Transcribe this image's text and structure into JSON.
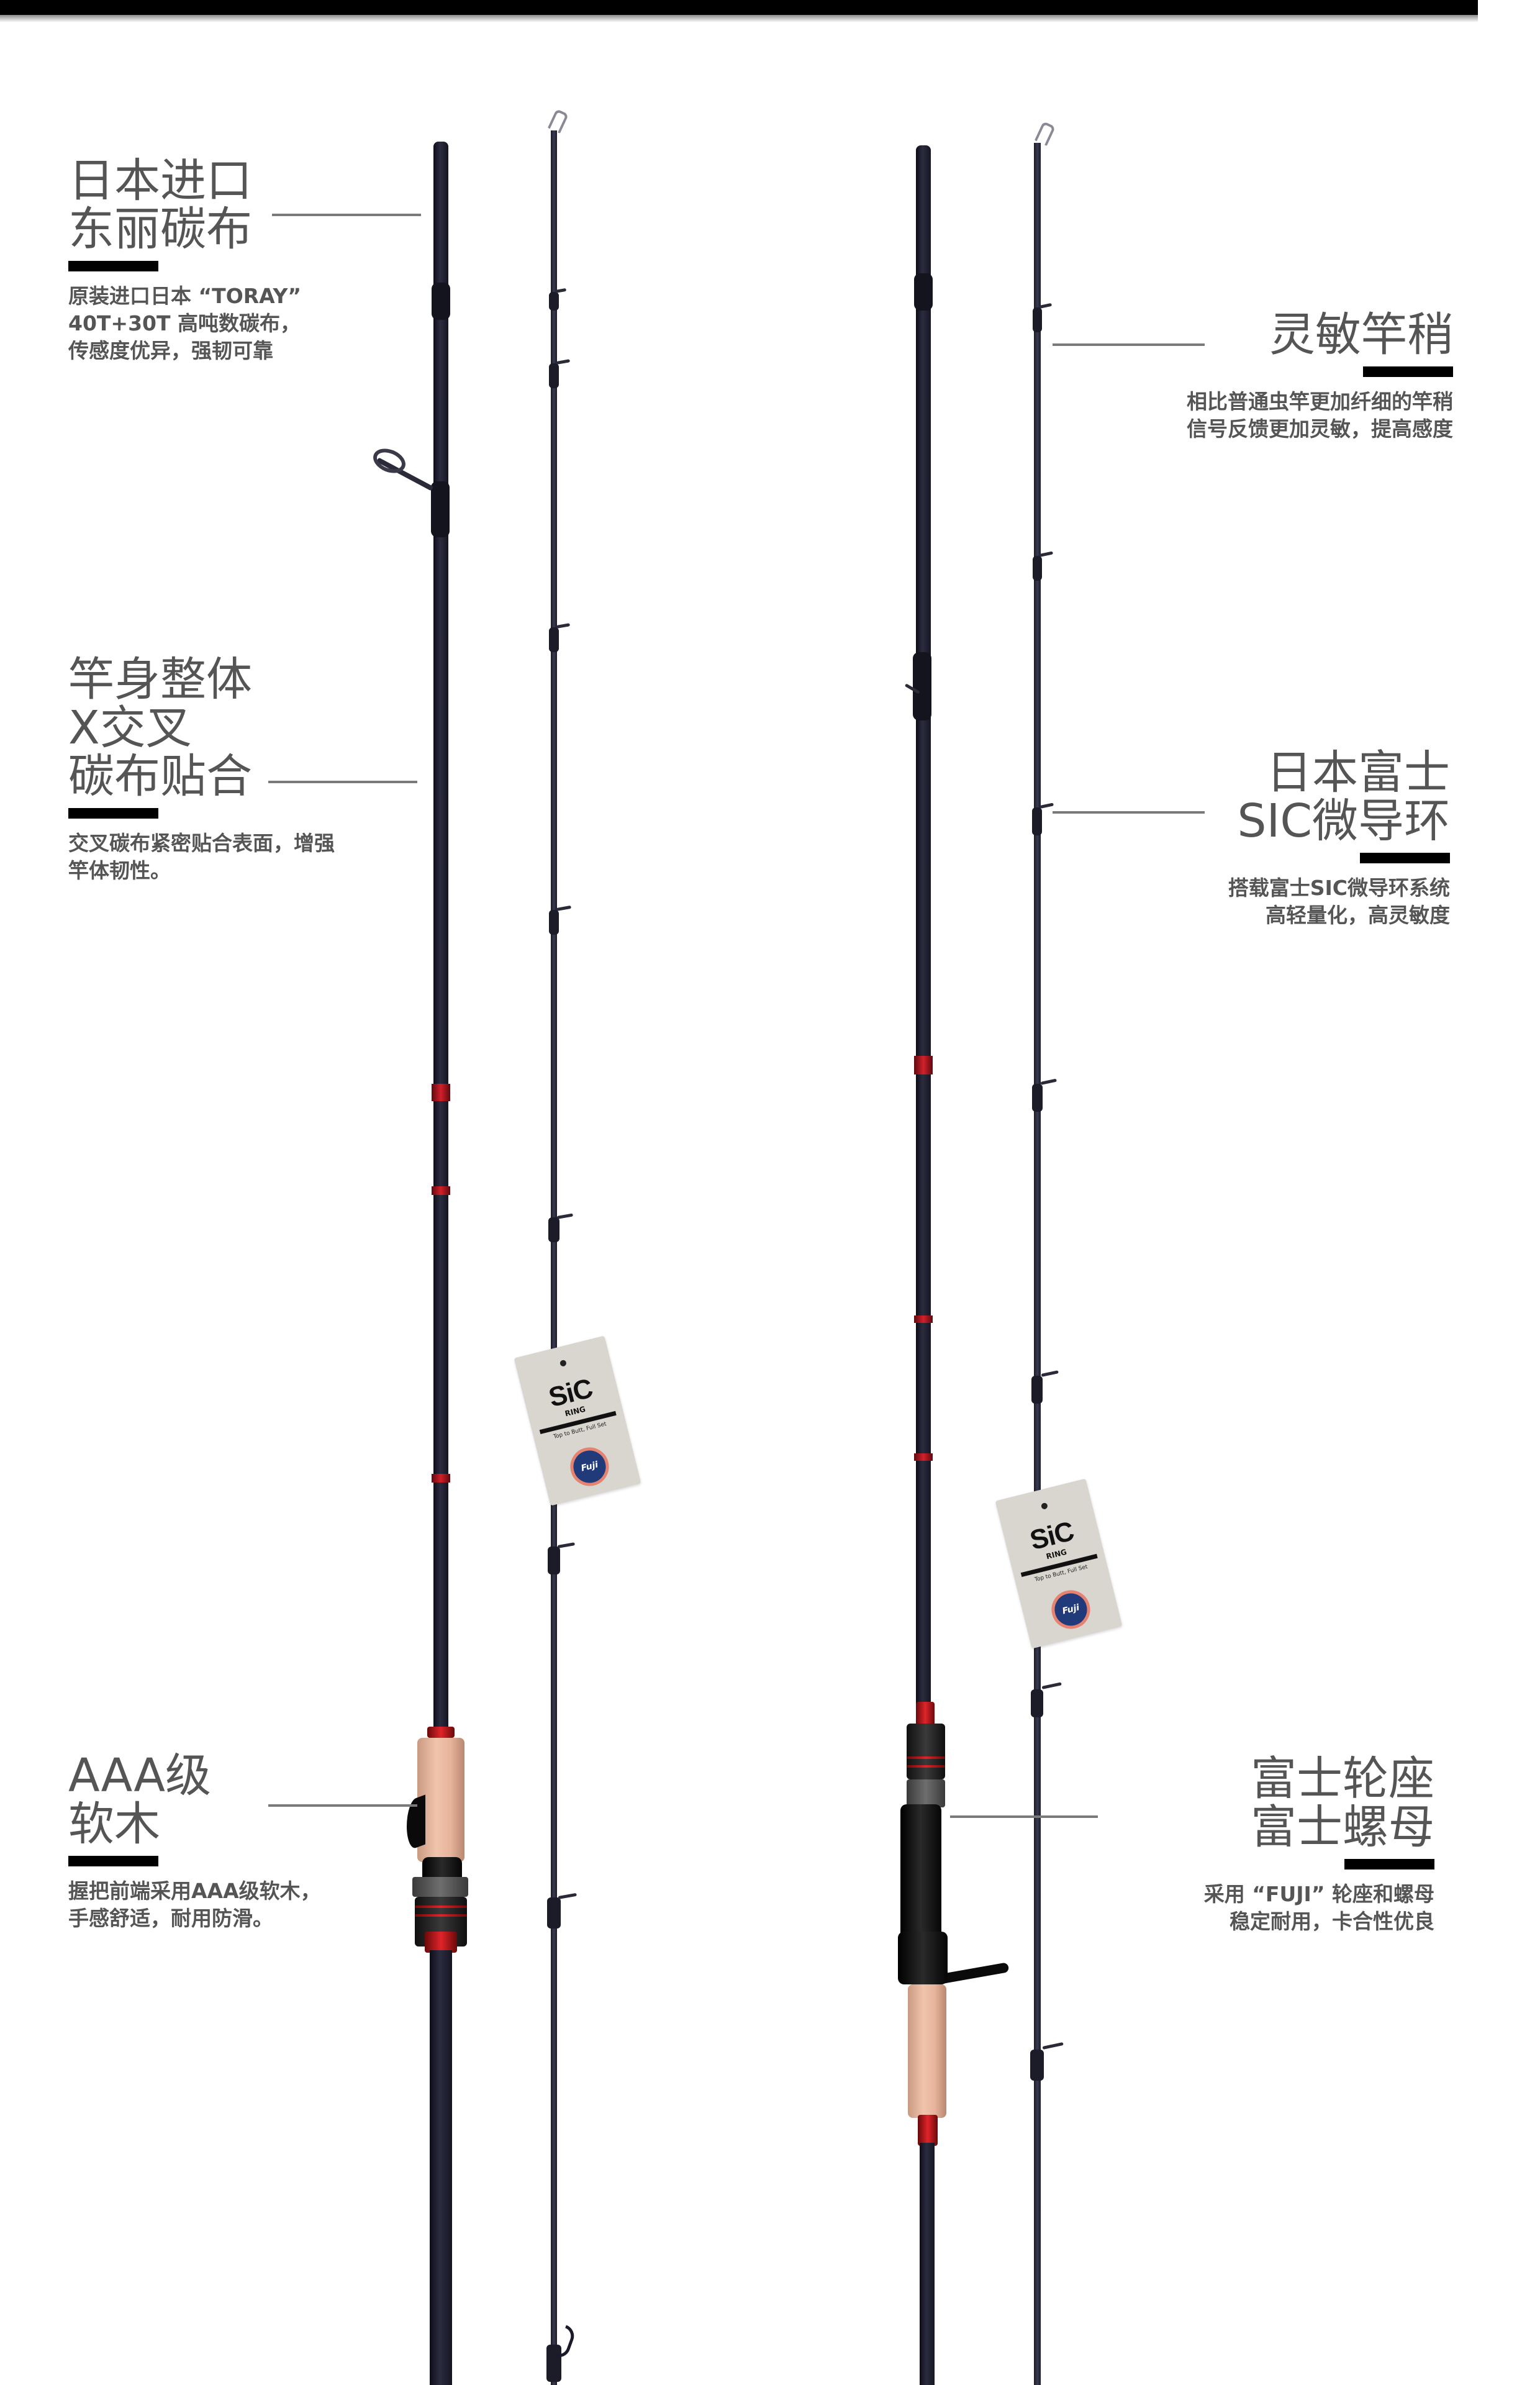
{
  "colors": {
    "top_bar": "#000000",
    "rod_blank": "#1c1c2a",
    "accent_red": "#d3202a",
    "cork": "#ecbca4",
    "tag": "#d8d6cf",
    "text": "#555555",
    "underline": "#000000"
  },
  "callouts": {
    "left": [
      {
        "title_lines": [
          "日本进口",
          "东丽碳布"
        ],
        "desc_lines": [
          "原装进口日本 “TORAY”",
          "40T+30T 高吨数碳布，",
          "传感度优异，强韧可靠"
        ]
      },
      {
        "title_lines": [
          "竿身整体",
          "X交叉",
          "碳布贴合"
        ],
        "desc_lines": [
          "交叉碳布紧密贴合表面，增强",
          "竿体韧性。"
        ]
      },
      {
        "title_lines": [
          "AAA级",
          "软木"
        ],
        "desc_lines": [
          "握把前端采用AAA级软木，",
          "手感舒适，耐用防滑。"
        ]
      }
    ],
    "right": [
      {
        "title_lines": [
          "灵敏竿稍"
        ],
        "desc_lines": [
          "相比普通虫竿更加纤细的竿稍",
          "信号反馈更加灵敏，提高感度"
        ]
      },
      {
        "title_lines": [
          "日本富士",
          "SIC微导环"
        ],
        "desc_lines": [
          "搭载富士SIC微导环系统",
          "高轻量化，高灵敏度"
        ]
      },
      {
        "title_lines": [
          "富士轮座",
          "富士螺母"
        ],
        "desc_lines": [
          "采用 “FUJI” 轮座和螺母",
          "稳定耐用，卡合性优良"
        ]
      }
    ]
  },
  "tags": [
    {
      "title": "SiC",
      "subtitle": "RING",
      "small_text": "Top to Butt, Full Set",
      "logo": "Fuji"
    },
    {
      "title": "SiC",
      "subtitle": "RING",
      "small_text": "Top to Butt, Full Set",
      "logo": "Fuji"
    }
  ],
  "products": [
    {
      "name": "spinning-rod",
      "parts": [
        "butt-section",
        "tip-section",
        "cork-grip",
        "reel-seat",
        "stripper-guide"
      ]
    },
    {
      "name": "casting-rod",
      "parts": [
        "butt-section",
        "tip-section",
        "cork-grip",
        "reel-seat",
        "trigger"
      ]
    }
  ]
}
